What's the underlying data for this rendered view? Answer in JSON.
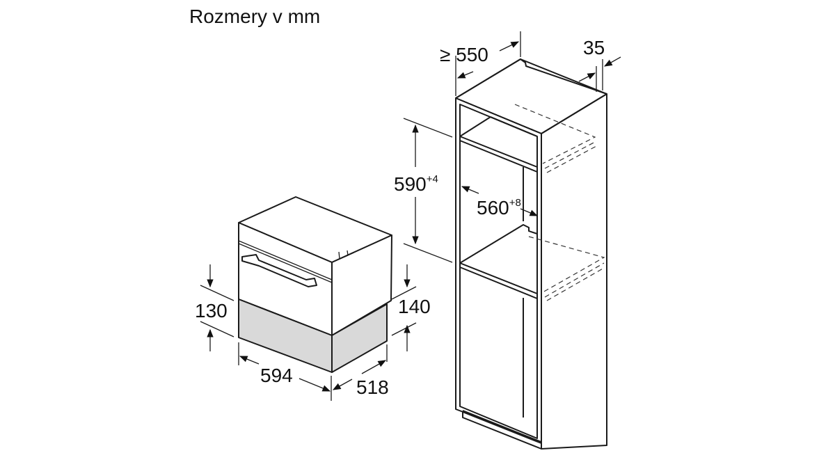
{
  "title": "Rozmery v mm",
  "dimensions": {
    "cabinet_depth": "≥ 550",
    "panel_offset": "35",
    "niche_height": "590",
    "niche_height_tol": "+4",
    "niche_width": "560",
    "niche_width_tol": "+8",
    "drawer_height_front": "130",
    "drawer_height_side": "140",
    "width": "594",
    "depth": "518"
  },
  "colors": {
    "line": "#1a1a1a",
    "drawer_fill": "#d9d9d9"
  }
}
